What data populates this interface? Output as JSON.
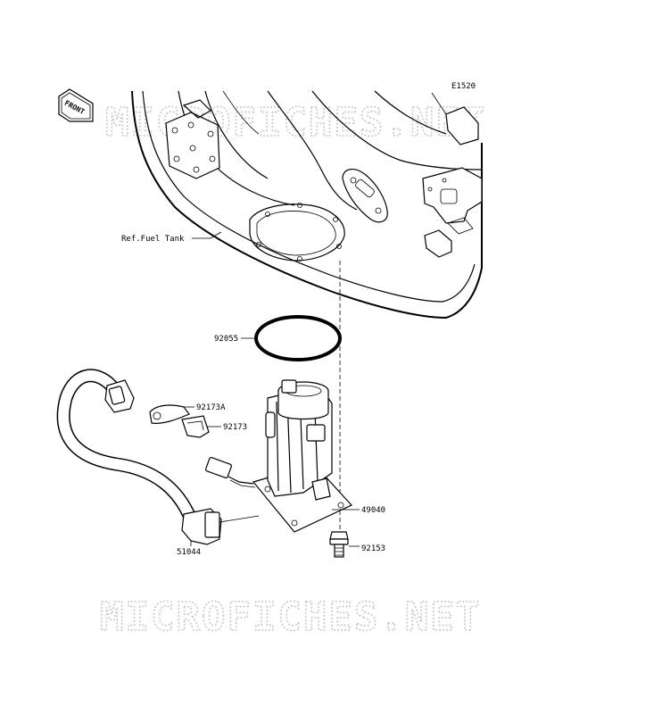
{
  "diagram_code": "E1520",
  "front_tag": "FRONT",
  "watermark": "MICROFICHES.NET",
  "ref_label": "Ref.Fuel Tank",
  "parts": [
    {
      "id": "92055"
    },
    {
      "id": "92173A"
    },
    {
      "id": "92173"
    },
    {
      "id": "49040"
    },
    {
      "id": "92153"
    },
    {
      "id": "51044"
    }
  ]
}
